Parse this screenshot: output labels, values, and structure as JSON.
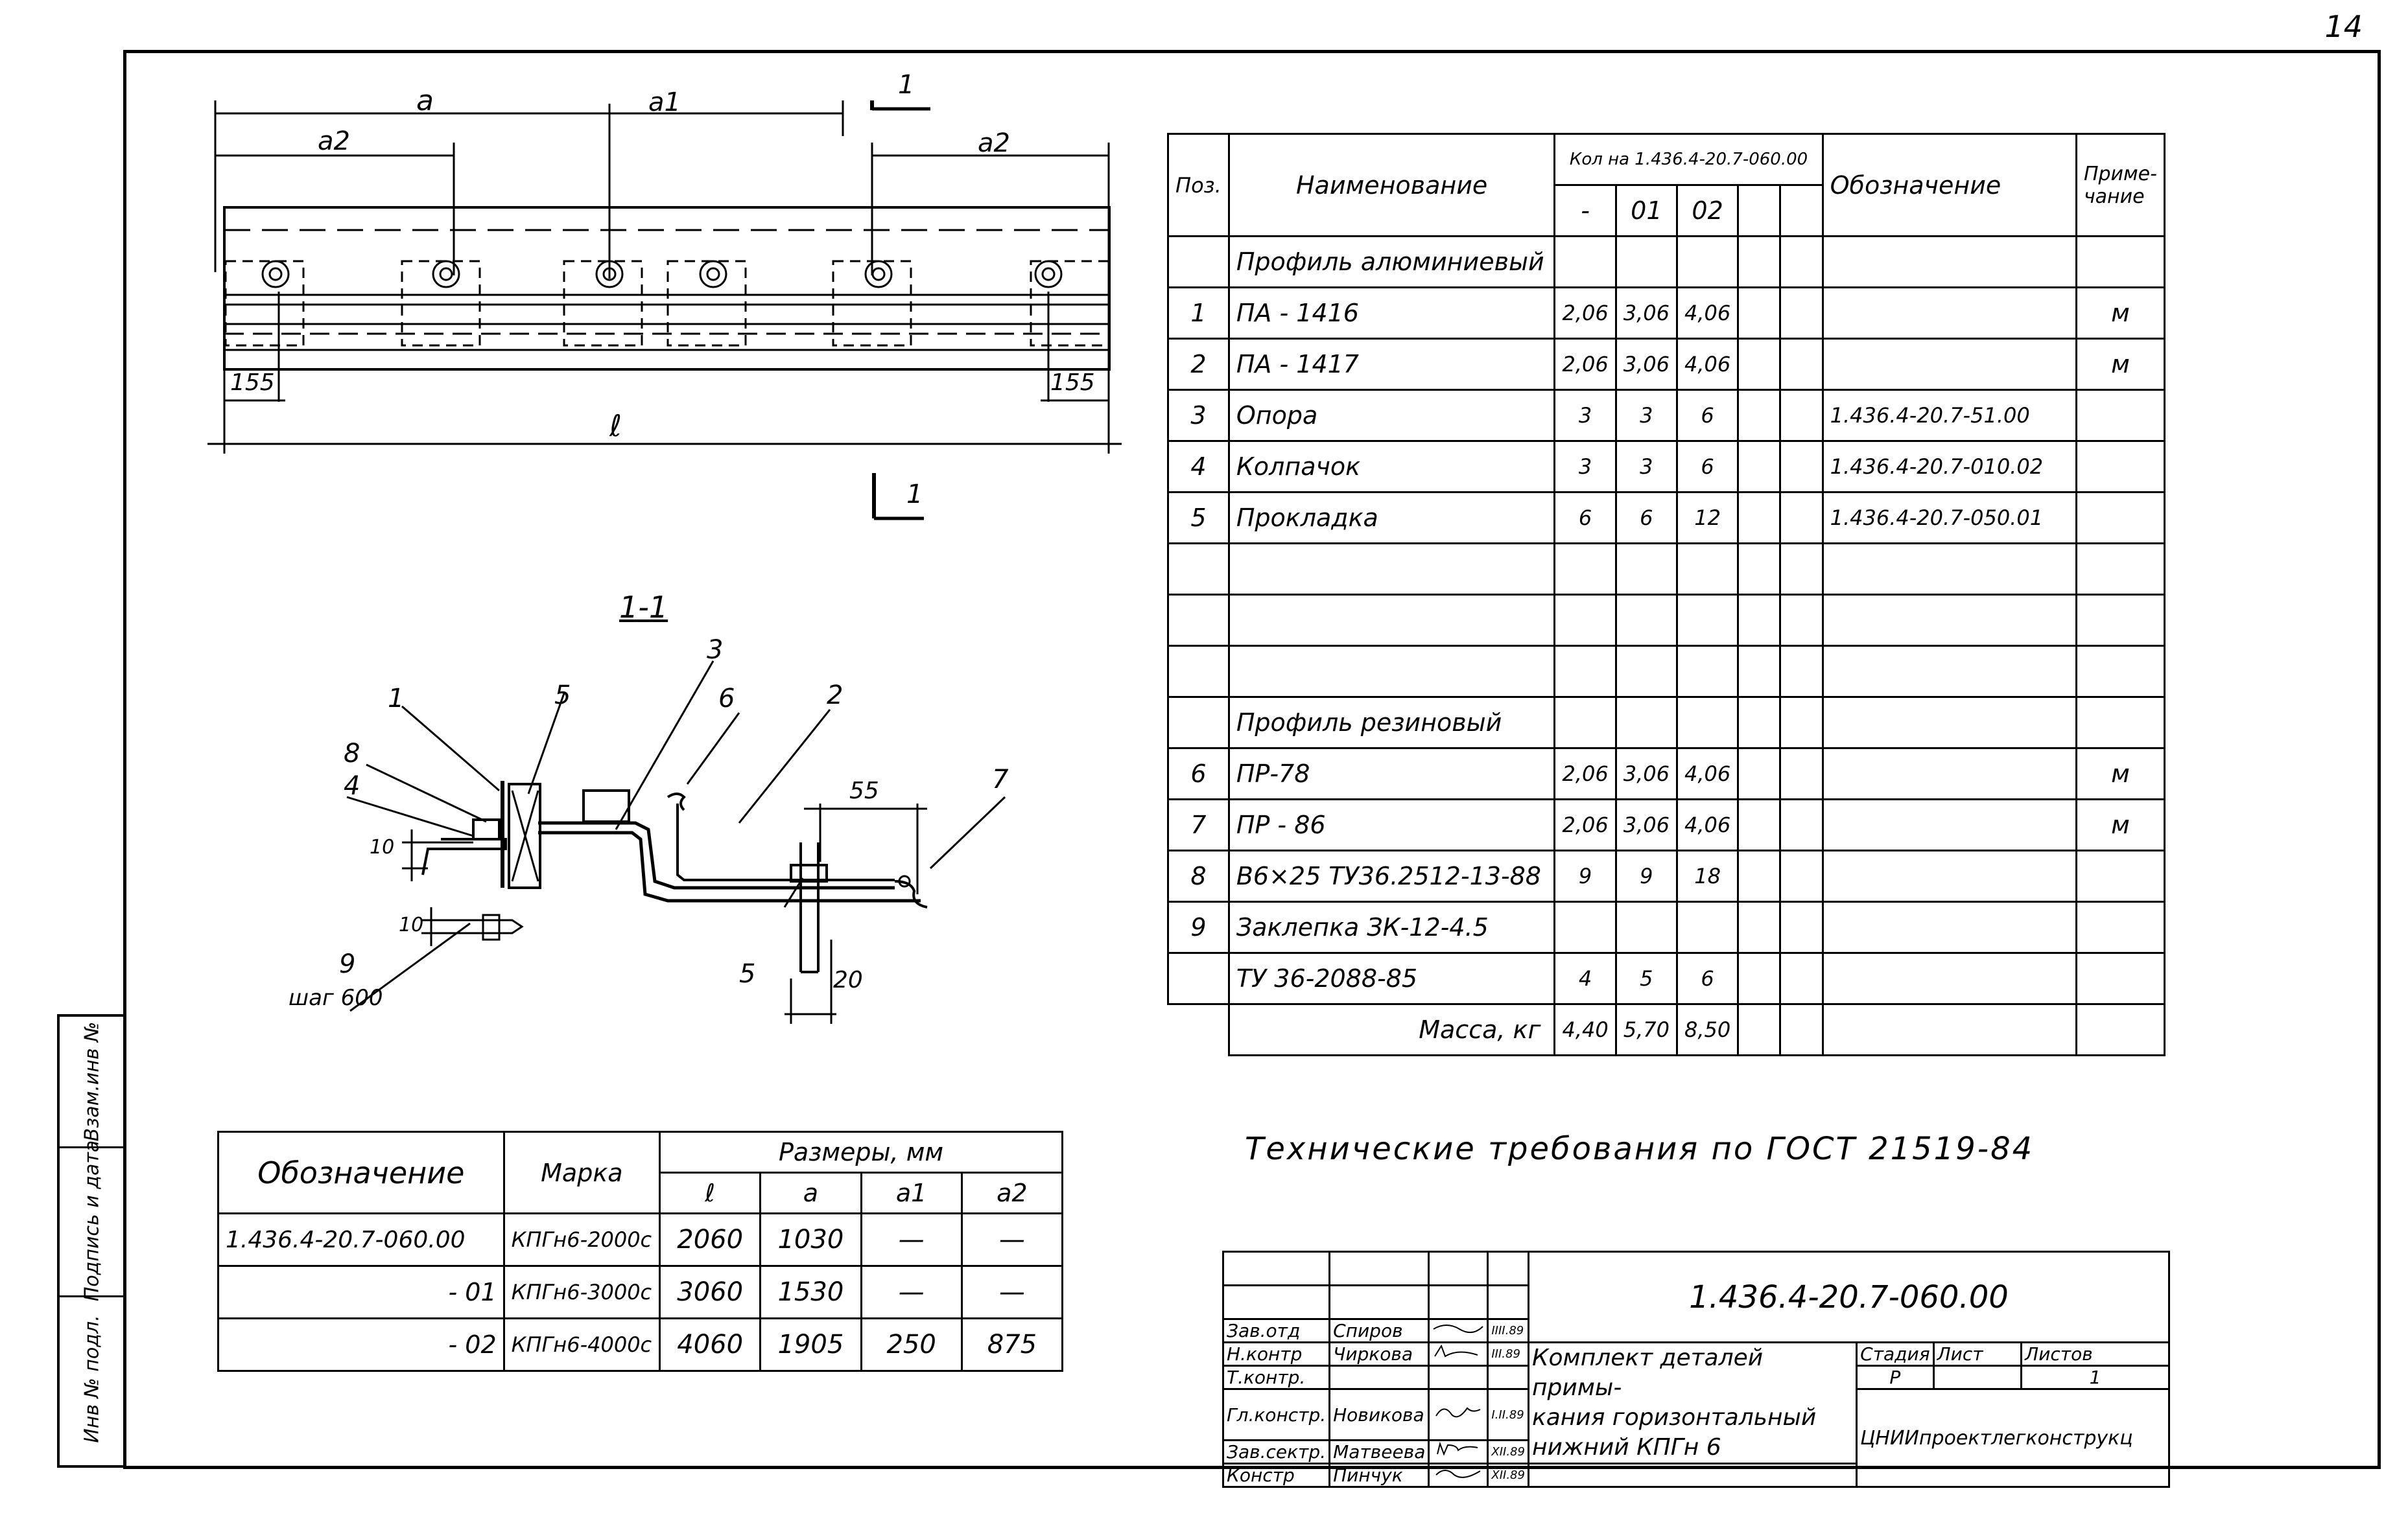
{
  "page_number": "14",
  "side_stamps": [
    "Инв № подл.",
    "Подпись и дата",
    "Взам.инв №"
  ],
  "plan_view": {
    "dim_a": "a",
    "dim_a1": "a1",
    "dim_a2_left": "a2",
    "dim_a2_right": "a2",
    "edge_left": "155",
    "edge_right": "155",
    "dim_l": "ℓ",
    "section_mark": "1"
  },
  "section_view": {
    "title": "1-1",
    "callouts": [
      "1",
      "5",
      "3",
      "6",
      "2",
      "8",
      "4",
      "7",
      "9",
      "5"
    ],
    "dims": {
      "d10a": "10",
      "d10b": "10",
      "d55": "55",
      "d20": "20"
    },
    "step_label": "шаг 600"
  },
  "spec_table": {
    "head": {
      "pos": "Поз.",
      "name": "Наименование",
      "qty": "Кол на 1.436.4-20.7-060.00",
      "qty_cols": [
        "-",
        "01",
        "02"
      ],
      "designation": "Обозначение",
      "note": "Приме-\nчание"
    },
    "rows": [
      {
        "pos": "",
        "name": "Профиль алюминиевый",
        "q": [
          "",
          "",
          ""
        ],
        "des": "",
        "note": ""
      },
      {
        "pos": "1",
        "name": "ПА - 1416",
        "q": [
          "2,06",
          "3,06",
          "4,06"
        ],
        "des": "",
        "note": "м"
      },
      {
        "pos": "2",
        "name": "ПА - 1417",
        "q": [
          "2,06",
          "3,06",
          "4,06"
        ],
        "des": "",
        "note": "м"
      },
      {
        "pos": "3",
        "name": "Опора",
        "q": [
          "3",
          "3",
          "6"
        ],
        "des": "1.436.4-20.7-51.00",
        "note": ""
      },
      {
        "pos": "4",
        "name": "Колпачок",
        "q": [
          "3",
          "3",
          "6"
        ],
        "des": "1.436.4-20.7-010.02",
        "note": ""
      },
      {
        "pos": "5",
        "name": "Прокладка",
        "q": [
          "6",
          "6",
          "12"
        ],
        "des": "1.436.4-20.7-050.01",
        "note": ""
      },
      {
        "pos": "",
        "name": "",
        "q": [
          "",
          "",
          ""
        ],
        "des": "",
        "note": ""
      },
      {
        "pos": "",
        "name": "",
        "q": [
          "",
          "",
          ""
        ],
        "des": "",
        "note": ""
      },
      {
        "pos": "",
        "name": "",
        "q": [
          "",
          "",
          ""
        ],
        "des": "",
        "note": ""
      },
      {
        "pos": "",
        "name": "Профиль резиновый",
        "q": [
          "",
          "",
          ""
        ],
        "des": "",
        "note": ""
      },
      {
        "pos": "6",
        "name": "ПР-78",
        "q": [
          "2,06",
          "3,06",
          "4,06"
        ],
        "des": "",
        "note": "м"
      },
      {
        "pos": "7",
        "name": "ПР - 86",
        "q": [
          "2,06",
          "3,06",
          "4,06"
        ],
        "des": "",
        "note": "м"
      },
      {
        "pos": "8",
        "name": "В6×25 ТУ36.2512-13-88",
        "q": [
          "9",
          "9",
          "18"
        ],
        "des": "",
        "note": ""
      },
      {
        "pos": "9",
        "name": "Заклепка ЗК-12-4.5",
        "q": [
          "",
          "",
          ""
        ],
        "des": "",
        "note": ""
      },
      {
        "pos": "",
        "name": "ТУ 36-2088-85",
        "q": [
          "4",
          "5",
          "6"
        ],
        "des": "",
        "note": ""
      }
    ],
    "mass_label": "Масса, кг",
    "mass": [
      "4,40",
      "5,70",
      "8,50"
    ]
  },
  "tech_req": "Технические требования по ГОСТ 21519-84",
  "sizes_table": {
    "head": {
      "des": "Обозначение",
      "mark": "Марка",
      "sizes": "Размеры, мм",
      "cols": [
        "ℓ",
        "a",
        "a1",
        "a2"
      ]
    },
    "rows": [
      {
        "des": "1.436.4-20.7-060.00",
        "mark": "КПГн6-2000с",
        "v": [
          "2060",
          "1030",
          "—",
          "—"
        ]
      },
      {
        "des": "- 01",
        "mark": "КПГн6-3000с",
        "v": [
          "3060",
          "1530",
          "—",
          "—"
        ]
      },
      {
        "des": "- 02",
        "mark": "КПГн6-4000с",
        "v": [
          "4060",
          "1905",
          "250",
          "875"
        ]
      }
    ]
  },
  "title_block": {
    "code": "1.436.4-20.7-060.00",
    "roles": [
      "Зав.отд",
      "Н.контр",
      "Т.контр.",
      "Гл.констр.",
      "Зав.сектр.",
      "Констр"
    ],
    "names": [
      "Спиров",
      "Чиркова",
      "",
      "Новикова",
      "Матвеева",
      "Пинчук"
    ],
    "dates": [
      "IIII.89",
      "III.89",
      "",
      "I.II.89",
      "XII.89",
      "ХII.89"
    ],
    "title": "Комплект деталей примы-\nкания горизонтальный\nнижний     КПГн 6",
    "stage_label": "Стадия",
    "sheet_label": "Лист",
    "sheets_label": "Листов",
    "stage": "Р",
    "sheet": "",
    "sheets": "1",
    "org": "ЦНИИпроектлегконструкц"
  }
}
